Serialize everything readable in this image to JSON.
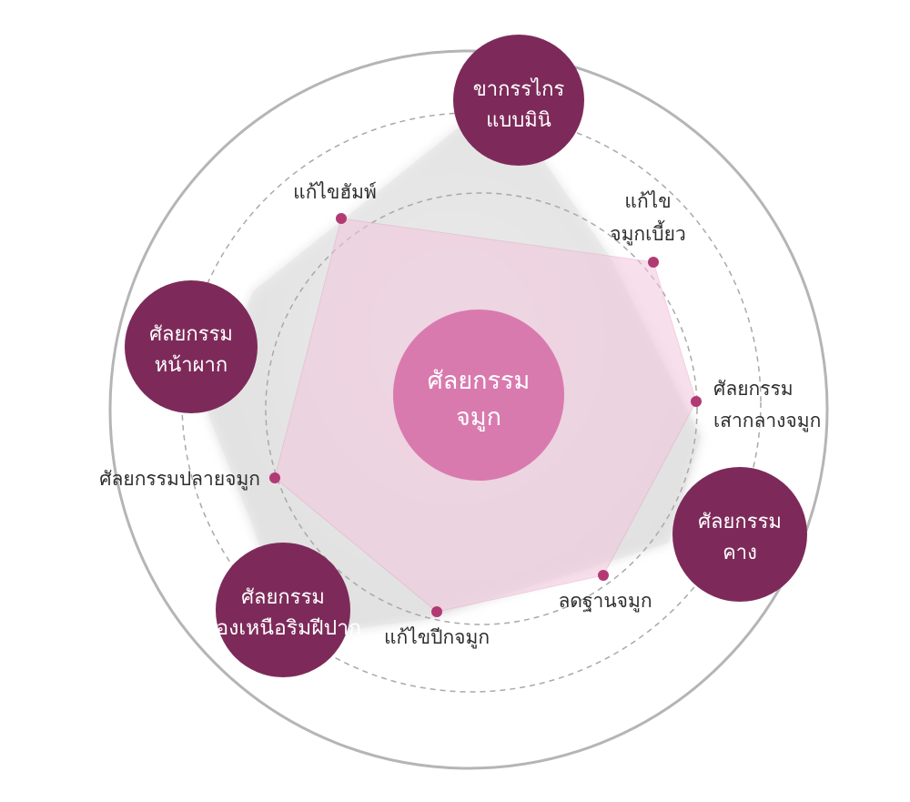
{
  "colors": {
    "bubble": "#7d2a5a",
    "center": "#d97aaf",
    "point": "#b23a73",
    "pink_polygon": "#f5d6e6",
    "gray_polygon": "#dcdcdc",
    "outer_ring": "#b5b5b5",
    "dashed_ring": "#a9a9a9",
    "label_text": "#2e2e2e"
  },
  "center": {
    "line1": "ศัลยกรรม",
    "line2": "จมูก"
  },
  "bubbles": [
    {
      "line1": "ขากรรไกร",
      "line2": "แบบมินิ"
    },
    {
      "line1": "ศัลยกรรม",
      "line2": "หน้าผาก"
    },
    {
      "line1": "ศัลยกรรม",
      "line2": "คาง"
    },
    {
      "line1": "ศัลยกรรม",
      "line2": "ร่องเหนือริมฝีปาก"
    }
  ],
  "points": [
    {
      "line1": "แก้ไขฮัมพ์"
    },
    {
      "line1": "แก้ไข",
      "line2": "จมูกเบี้ยว"
    },
    {
      "line1": "ศัลยกรรม",
      "line2": "เสากลางจมูก"
    },
    {
      "line1": "ลดฐานจมูก"
    },
    {
      "line1": "แก้ไขปีกจมูก"
    },
    {
      "line1": "ศัลยกรรมปลายจมูก"
    }
  ]
}
